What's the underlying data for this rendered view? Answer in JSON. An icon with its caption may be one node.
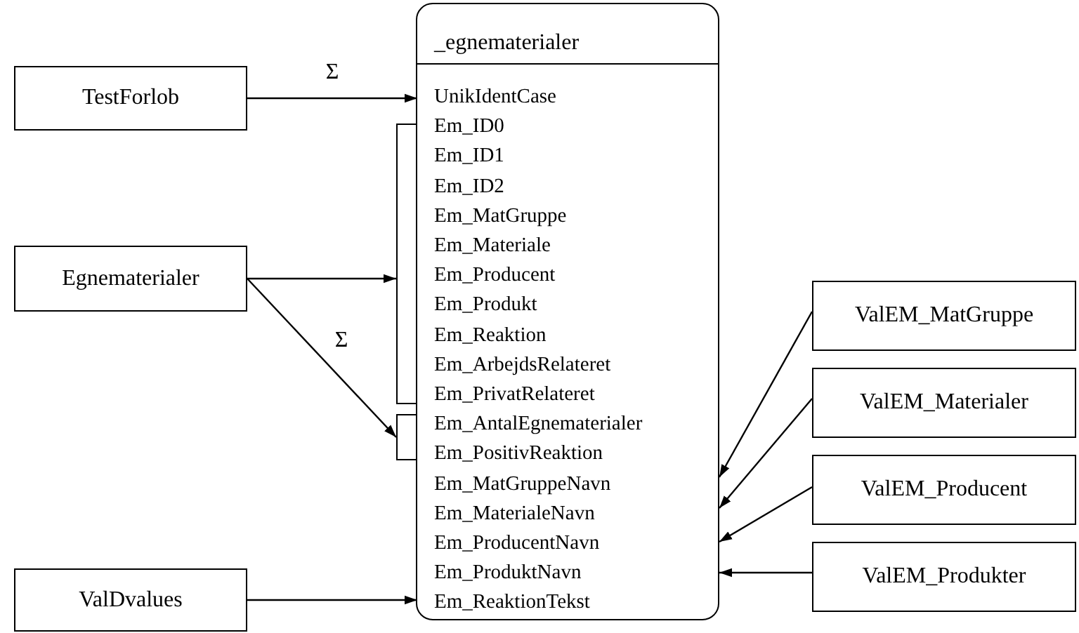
{
  "diagram": {
    "nodes": [
      {
        "text": [
          "TestForlob"
        ]
      },
      {
        "text": [
          "Egnematerialer"
        ]
      },
      {
        "text": [
          "ValDvalues"
        ]
      },
      {
        "text": [
          "_egnematerialer"
        ]
      },
      {
        "text": [
          "UnikIdentCase"
        ],
        "in": 3
      },
      {
        "text": [
          "Em_ID0"
        ],
        "in": 3
      },
      {
        "text": [
          "Em_ID1"
        ],
        "in": 3
      },
      {
        "text": [
          "Em_ID2"
        ],
        "in": 3
      },
      {
        "text": [
          "Em_MatGruppe"
        ],
        "in": 3
      },
      {
        "text": [
          "Em_Materiale"
        ],
        "in": 3
      },
      {
        "text": [
          "Em_Producent"
        ],
        "in": 3
      },
      {
        "text": [
          "Em_Produkt"
        ],
        "in": 3
      },
      {
        "text": [
          "Em_Reaktion"
        ],
        "in": 3
      },
      {
        "text": [
          "Em_ArbejdsRelateret"
        ],
        "in": 3
      },
      {
        "text": [
          "Em_PrivatRelateret"
        ],
        "in": 3
      },
      {
        "text": [
          "Em_AntalEgnematerialer"
        ],
        "in": 3
      },
      {
        "text": [
          "Em_PositivReaktion"
        ],
        "in": 3
      },
      {
        "text": [
          "Em_MatGruppeNavn"
        ],
        "in": 3
      },
      {
        "text": [
          "Em_MaterialeNavn"
        ],
        "in": 3
      },
      {
        "text": [
          "Em_ProducentNavn"
        ],
        "in": 3
      },
      {
        "text": [
          "Em_ProduktNavn"
        ],
        "in": 3
      },
      {
        "text": [
          "Em_ReaktionTekst"
        ],
        "in": 3
      },
      {
        "text": [],
        "shape": "bracket"
      },
      {
        "text": [],
        "shape": "bracket"
      },
      {
        "text": [
          "ValEM_MatGruppe"
        ]
      },
      {
        "text": [
          "ValEM_Materialer"
        ]
      },
      {
        "text": [
          "ValEM_Producent"
        ]
      },
      {
        "text": [
          "ValEM_Produkter"
        ]
      }
    ],
    "edges": [
      {
        "from": 0,
        "to": 4,
        "arrow": "to",
        "label": "Σ"
      },
      {
        "from": 1,
        "to": 22,
        "arrow": "to"
      },
      {
        "from": 1,
        "to": 23,
        "arrow": "to",
        "label": "Σ"
      },
      {
        "from": 2,
        "to": 21,
        "arrow": "to"
      },
      {
        "from": 24,
        "to": 3,
        "arrow": "to"
      },
      {
        "from": 25,
        "to": 3,
        "arrow": "to"
      },
      {
        "from": 26,
        "to": 3,
        "arrow": "to"
      },
      {
        "from": 27,
        "to": 3,
        "arrow": "to"
      }
    ]
  }
}
